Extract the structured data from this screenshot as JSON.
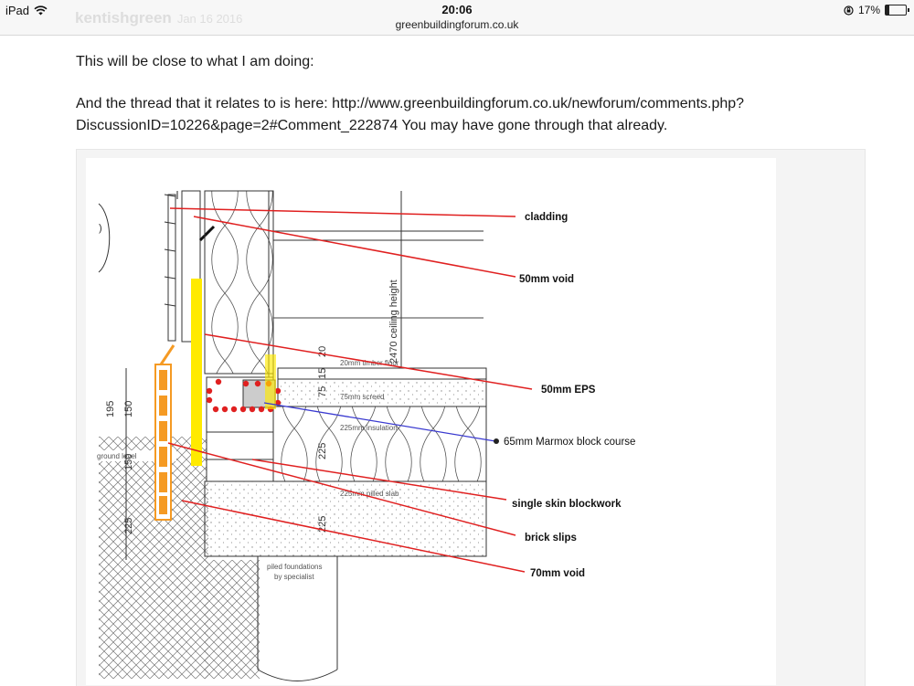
{
  "status_bar": {
    "device": "iPad",
    "time": "20:06",
    "url": "greenbuildingforum.co.uk",
    "battery_percent": "17%",
    "battery_level": 0.17,
    "ghost_title": "kentishgreen",
    "ghost_subtitle": "Jan 16 2016"
  },
  "post": {
    "line1": "This will be close to what I am doing:",
    "line2": "And the thread that it relates to is here: http://www.greenbuildingforum.co.uk/newforum/comments.php?",
    "line3": "DiscussionID=10226&page=2#Comment_222874 You may have gone through that already."
  },
  "drawing": {
    "callouts": [
      "cladding",
      "50mm void",
      "50mm EPS",
      "65mm Marmox block course",
      "single skin blockwork",
      "brick slips",
      "70mm void"
    ],
    "dimensions": [
      "195",
      "150",
      "150",
      "225",
      "225",
      "225",
      "20",
      "75",
      "15"
    ],
    "notes": {
      "ceiling": "2470 ceiling height",
      "floor": "20mm timber floor",
      "screed": "75mm screed",
      "insulation": "225mm insulation",
      "slab": "225mm pilled slab",
      "ground": "ground level",
      "foundation_1": "piled foundations",
      "foundation_2": "by specialist"
    },
    "colors": {
      "callout": "#e02020",
      "eps": "#ffea00",
      "brick": "#f59a23",
      "marmox_leader": "#3a3ad0"
    }
  }
}
